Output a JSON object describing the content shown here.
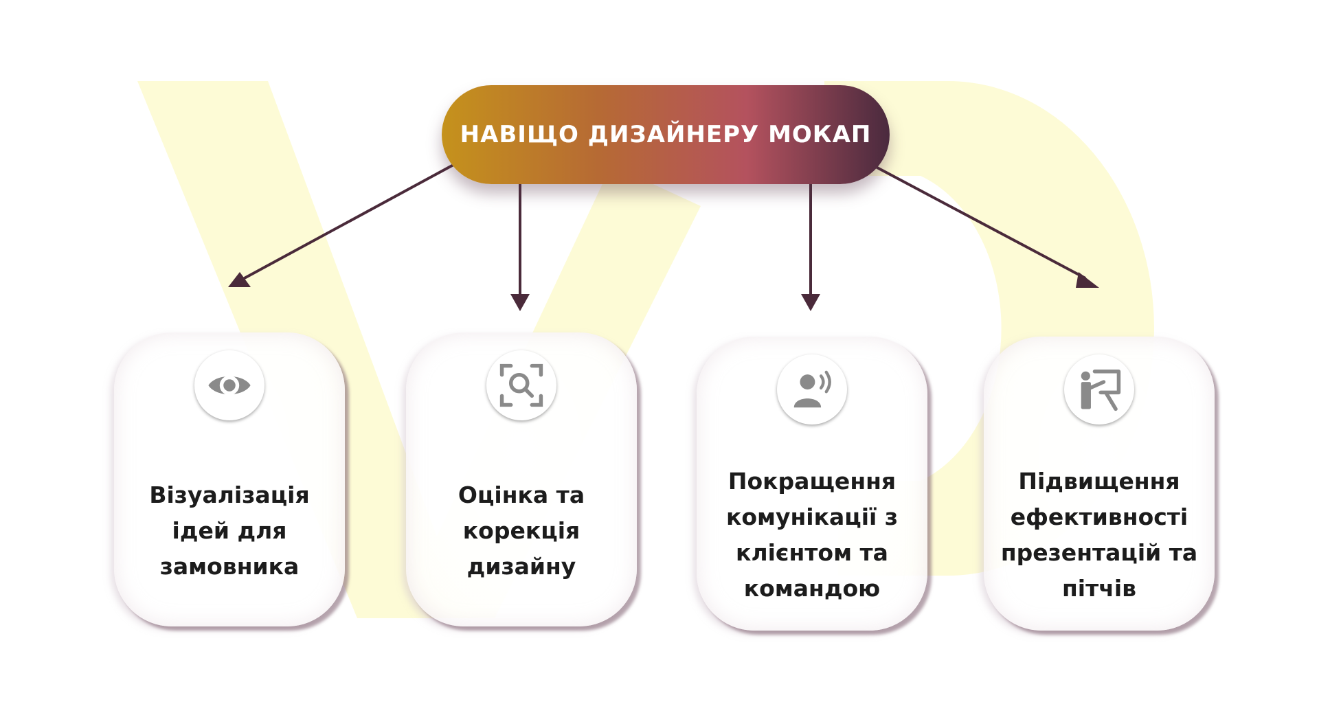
{
  "title": "НАВІЩО ДИЗАЙНЕРУ МОКАП",
  "colors": {
    "pill_gradient": [
      "#c5921c",
      "#b66a34",
      "#b4525e",
      "#4a2a3e"
    ],
    "arrow": "#4a2a3a",
    "watermark": "#fdfbd6",
    "icon": "#8a8a8a"
  },
  "cards": [
    {
      "label": "Візуалізація ідей для замовника",
      "icon": "eye-icon"
    },
    {
      "label": "Оцінка та корекція дизайну",
      "icon": "scan-search-icon"
    },
    {
      "label": "Покращення комунікації з клієнтом та командою",
      "icon": "speaking-person-icon"
    },
    {
      "label": "Підвищення ефективності презентацій та пітчів",
      "icon": "presentation-board-icon"
    }
  ]
}
